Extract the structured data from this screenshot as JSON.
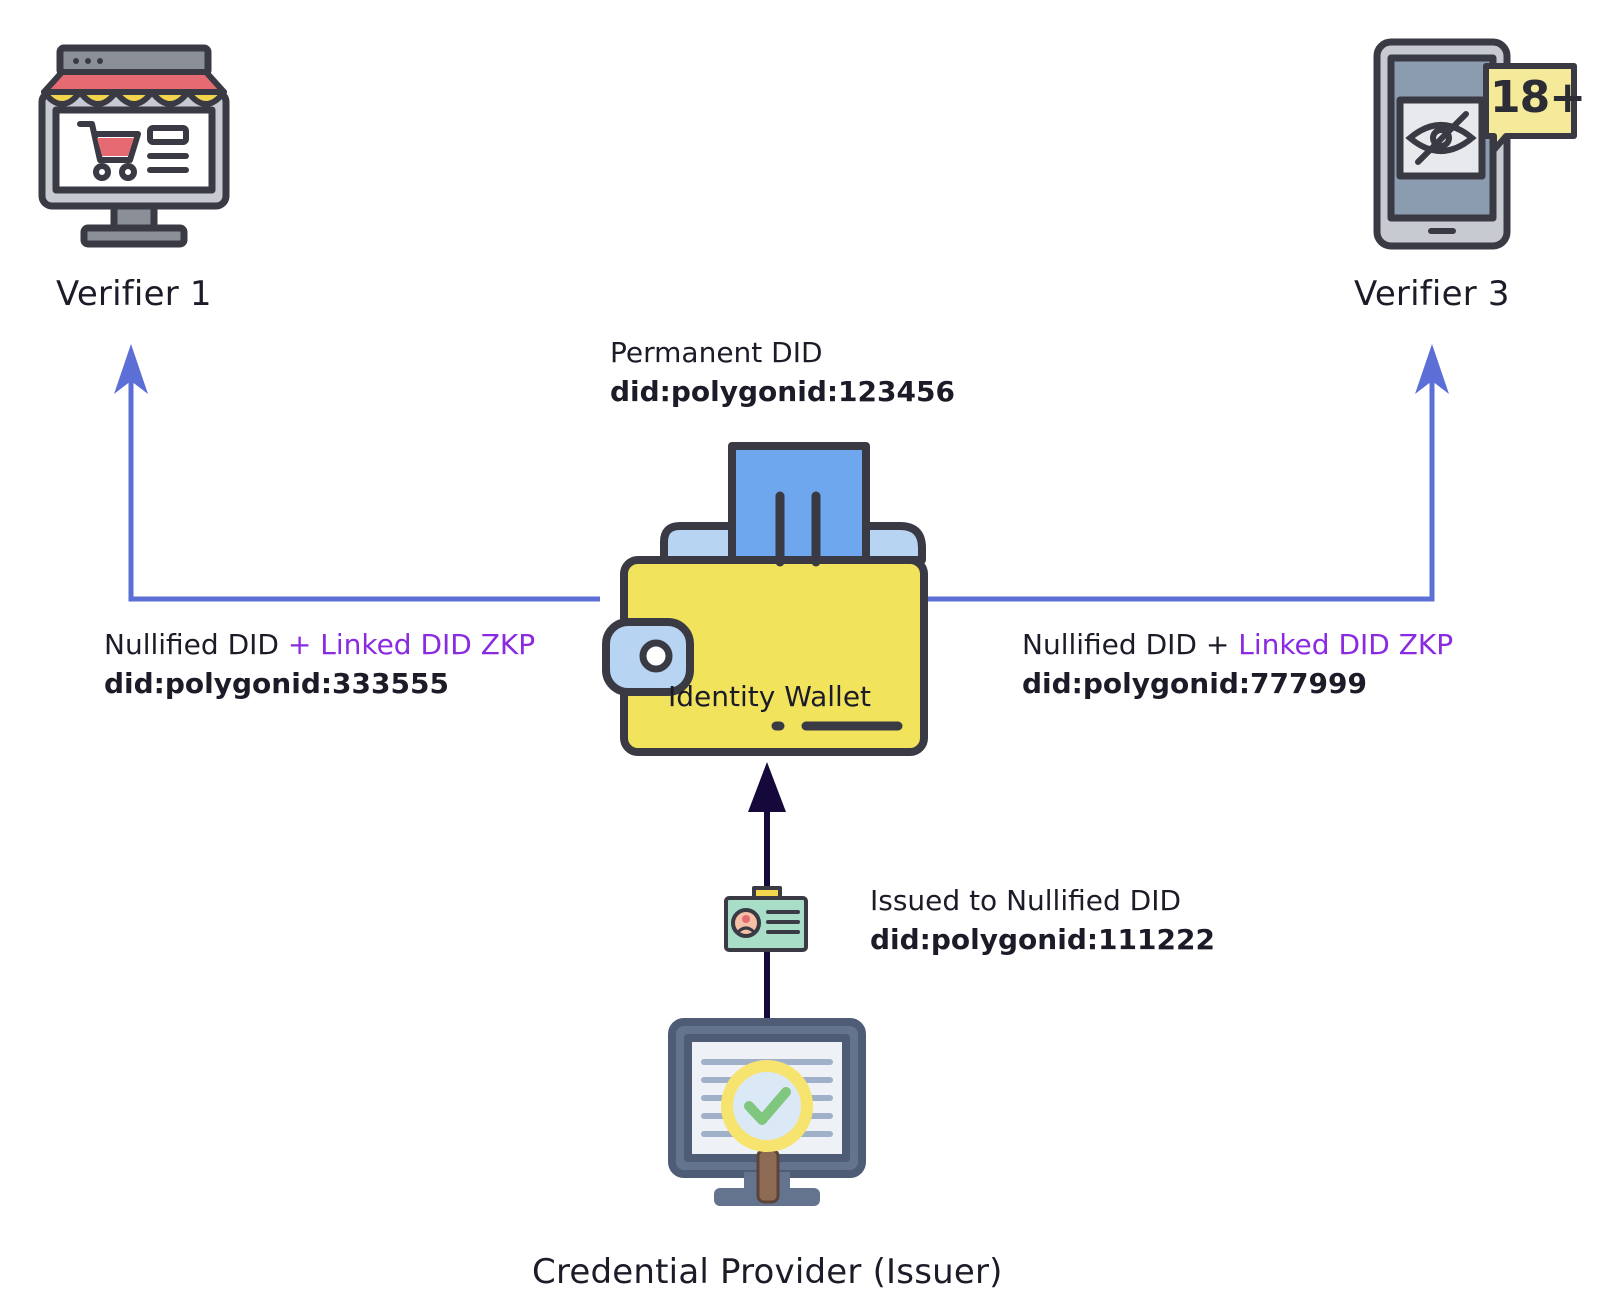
{
  "nodes": {
    "verifier1": {
      "label": "Verifier 1"
    },
    "verifier3": {
      "label": "Verifier 3",
      "badge": "18+"
    },
    "wallet": {
      "label": "Identity Wallet"
    },
    "issuer": {
      "label": "Credential Provider (Issuer)"
    }
  },
  "annotations": {
    "permanent": {
      "title": "Permanent DID",
      "did": "did:polygonid:123456"
    },
    "left": {
      "prefix": "Nullified DID ",
      "accent": "+ Linked DID ZKP",
      "did": "did:polygonid:333555"
    },
    "right": {
      "prefix": "Nullified DID + ",
      "accent": "Linked DID ZKP",
      "did": "did:polygonid:777999"
    },
    "issued": {
      "title": "Issued to Nullified DID",
      "did": "did:polygonid:111222"
    }
  },
  "colors": {
    "connector_blue": "#5b6fd6",
    "connector_dark": "#15083b",
    "accent_purple": "#8a2be2",
    "wallet_yellow": "#f2e35c",
    "card_blue": "#6ea7ee",
    "outline": "#3a3a44"
  }
}
